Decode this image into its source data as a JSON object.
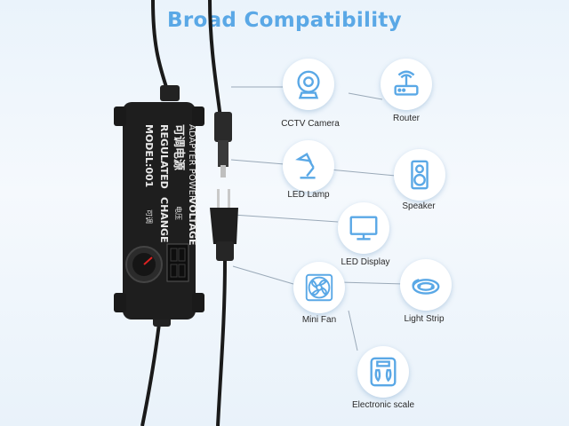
{
  "title": "Broad Compatibility",
  "adapter": {
    "line1": "ADAPTER POWER",
    "line2": "可调电源",
    "line3": "REGULATED",
    "line4": "MODEL:001",
    "voltage": "VOLTAGE",
    "voltage_cn": "电压",
    "change": "CHANGE",
    "change_cn": "可调"
  },
  "devices": [
    {
      "label": "CCTV Camera",
      "icon": "camera-icon"
    },
    {
      "label": "Router",
      "icon": "router-icon"
    },
    {
      "label": "LED Lamp",
      "icon": "lamp-icon"
    },
    {
      "label": "Speaker",
      "icon": "speaker-icon"
    },
    {
      "label": "LED Display",
      "icon": "display-icon"
    },
    {
      "label": "Mini Fan",
      "icon": "fan-icon"
    },
    {
      "label": "Light Strip",
      "icon": "light-strip-icon"
    },
    {
      "label": "Electronic scale",
      "icon": "scale-icon"
    }
  ],
  "colors": {
    "title": "#5aa8e6",
    "icon": "#5aa8e6",
    "adapter": "#1e1e1e"
  }
}
